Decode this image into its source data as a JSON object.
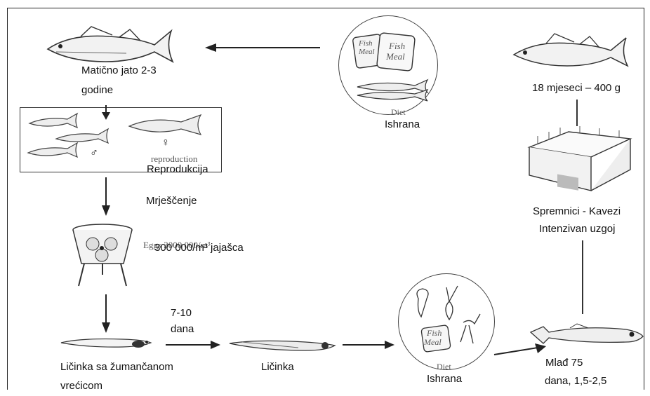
{
  "labels": {
    "broodstock": "Matično jato 2-3",
    "broodstock_2": "godine",
    "reproduction_en": "reproduction",
    "reproduction": "Reprodukcija",
    "spawning": "Mrješčenje",
    "eggs_en": "Eggs 3000 000/m³",
    "eggs": "300 000/m³ jajašca",
    "days_1": "7-10",
    "days_2": "dana",
    "yolk_larva_1": "Ličinka sa žumančanom",
    "yolk_larva_2": "vrećicom",
    "larva": "Ličinka",
    "diet_top_en": "Diet",
    "diet_top": "Ishrana",
    "diet_bottom_en": "Diet",
    "diet_bottom": "Ishrana",
    "adult": "18 mjeseci – 400 g",
    "cages": "Spremnici - Kavezi",
    "intensive": "Intenzivan uzgoj",
    "juvenile_1": "Mlađ 75",
    "juvenile_2": "dana, 1,5-2,5",
    "fishmeal_1": "Fish",
    "fishmeal_2": "Meal",
    "fishmeal_3": "Fish",
    "fishmeal_4": "Meal",
    "fishmeal_5": "Fish",
    "fishmeal_6": "Meal",
    "male_symbol": "♂",
    "female_symbol": "♀"
  },
  "icons": [
    "fish-icon",
    "fish-meal-bag-icon",
    "plankton-icon",
    "hatchery-tank-icon",
    "sea-cage-icon",
    "larva-icon"
  ]
}
